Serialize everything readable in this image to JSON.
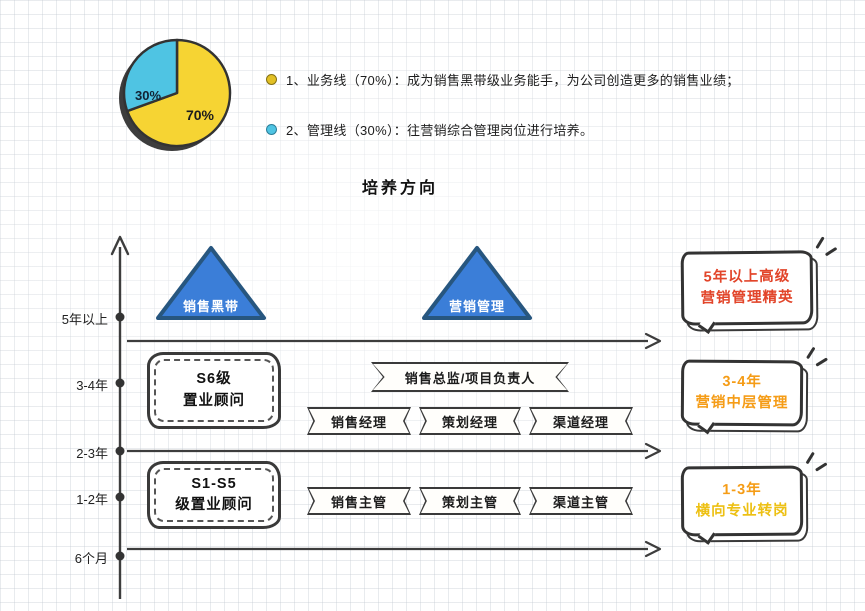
{
  "title": "培养方向",
  "colors": {
    "pie_yellow": "#F6D433",
    "pie_cyan": "#4FC4E3",
    "triangle_blue": "#3B7ED8",
    "ink": "#3a3a3a",
    "callout_senior_text": "#E2452A",
    "callout_middle_text": "#F59C16",
    "callout_transfer_year": "#F59C16",
    "callout_transfer_label": "#EDC013"
  },
  "chart_data": {
    "type": "pie",
    "series_names": [
      "业务线",
      "管理线"
    ],
    "slices": [
      {
        "label": "70%",
        "value": 70,
        "color": "#F6D433"
      },
      {
        "label": "30%",
        "value": 30,
        "color": "#4FC4E3"
      }
    ]
  },
  "legend": {
    "items": [
      {
        "text": "1、业务线（70%）：成为销售黑带级业务能手，为公司创造更多的销售业绩；"
      },
      {
        "text": "2、管理线（30%）：往营销综合管理岗位进行培养。"
      }
    ]
  },
  "axis": {
    "labels": [
      "5年以上",
      "3-4年",
      "2-3年",
      "1-2年",
      "6个月"
    ]
  },
  "tracks": {
    "triangles": [
      {
        "label": "销售黑带"
      },
      {
        "label": "营销管理"
      }
    ],
    "boxes": [
      {
        "line1": "S6级",
        "line2": "置业顾问"
      },
      {
        "line1": "S1-S5",
        "line2": "级置业顾问"
      }
    ],
    "director_banner": "销售总监/项目负责人",
    "manager_banners": [
      "销售经理",
      "策划经理",
      "渠道经理"
    ],
    "supervisor_banners": [
      "销售主管",
      "策划主管",
      "渠道主管"
    ]
  },
  "callouts": [
    {
      "line1": "5年以上高级",
      "line2": "营销管理精英"
    },
    {
      "line1": "3-4年",
      "line2": "营销中层管理"
    },
    {
      "line1": "1-3年",
      "line2": "横向专业转岗"
    }
  ]
}
